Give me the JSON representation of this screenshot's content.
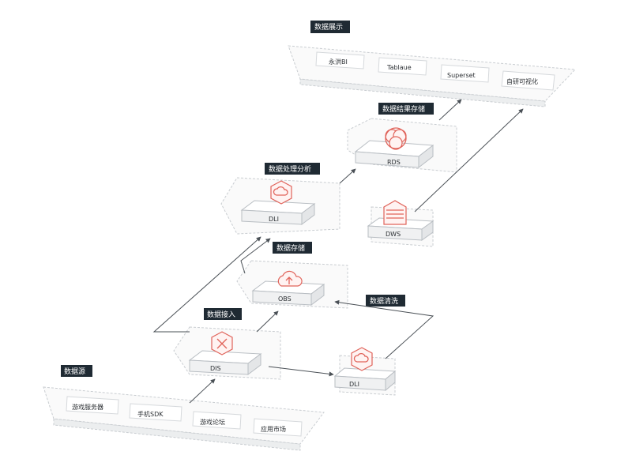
{
  "groups": {
    "display": "数据展示",
    "result_store": "数据结果存储",
    "processing": "数据处理分析",
    "storage": "数据存储",
    "ingest": "数据接入",
    "cleaning": "数据清洗",
    "source": "数据源"
  },
  "display_items": [
    "永洪BI",
    "Tablaue",
    "Superset",
    "自研可视化"
  ],
  "source_items": [
    "游戏服务器",
    "手机SDK",
    "游戏论坛",
    "应用市场"
  ],
  "nodes": {
    "rds": "RDS",
    "dws": "DWS",
    "dli_main": "DLI",
    "obs": "OBS",
    "dis": "DIS",
    "dli_clean": "DLI"
  },
  "icons": {
    "rds": "rds-database-icon",
    "dws": "dws-warehouse-icon",
    "dli": "dli-cloud-hexagon-icon",
    "obs": "obs-cloud-upload-icon",
    "dis": "dis-cross-hexagon-icon"
  },
  "colors": {
    "tag_bg": "#1f2a33",
    "icon_accent": "#e0635a",
    "platform_border": "#c9cdd1"
  }
}
